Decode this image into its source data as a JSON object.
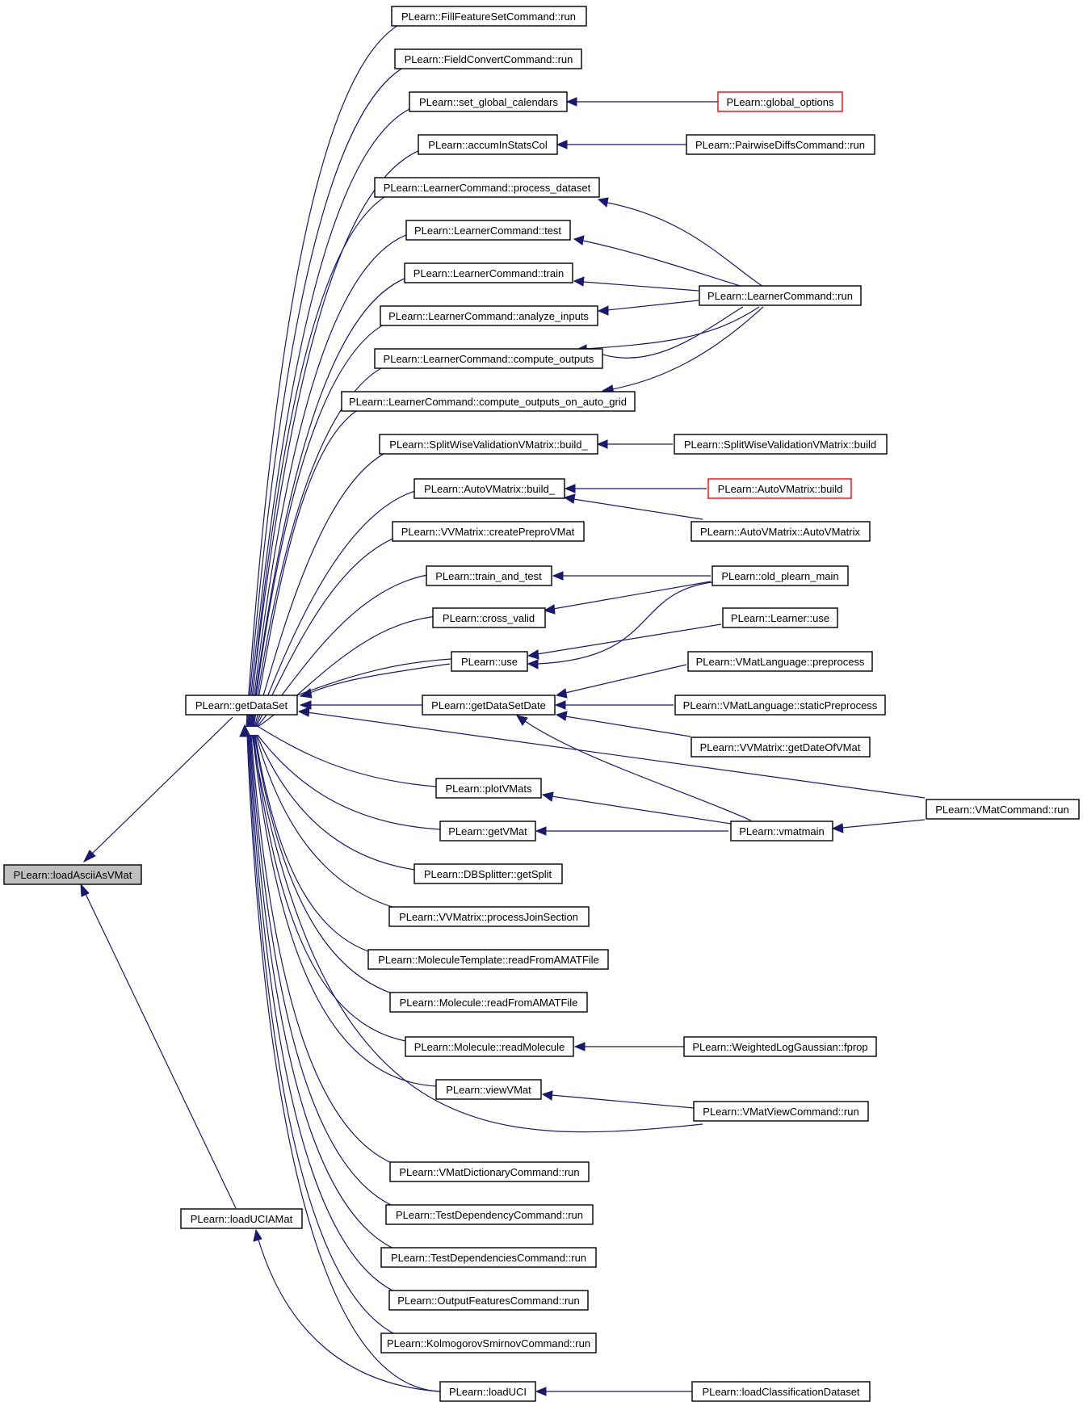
{
  "colors": {
    "edge": "#191970",
    "node_border": "#000000",
    "red_border": "#ff0000",
    "focus_fill": "#bfbfbf"
  },
  "nodes": {
    "loadAsciiAsVMat": "PLearn::loadAsciiAsVMat",
    "getDataSet": "PLearn::getDataSet",
    "loadUCIAMat": "PLearn::loadUCIAMat",
    "FillFeatureSet": "PLearn::FillFeatureSetCommand::run",
    "FieldConvert": "PLearn::FieldConvertCommand::run",
    "setGlobalCal": "PLearn::set_global_calendars",
    "accumInStats": "PLearn::accumInStatsCol",
    "lcProcess": "PLearn::LearnerCommand::process_dataset",
    "lcTest": "PLearn::LearnerCommand::test",
    "lcTrain": "PLearn::LearnerCommand::train",
    "lcAnalyze": "PLearn::LearnerCommand::analyze_inputs",
    "lcCompute": "PLearn::LearnerCommand::compute_outputs",
    "lcComputeGrid": "PLearn::LearnerCommand::compute_outputs_on_auto_grid",
    "splitWiseBuild_": "PLearn::SplitWiseValidationVMatrix::build_",
    "autoBuild_": "PLearn::AutoVMatrix::build_",
    "vvCreate": "PLearn::VVMatrix::createPreproVMat",
    "trainAndTest": "PLearn::train_and_test",
    "crossValid": "PLearn::cross_valid",
    "use": "PLearn::use",
    "getDataSetDate": "PLearn::getDataSetDate",
    "plotVMats": "PLearn::plotVMats",
    "getVMat": "PLearn::getVMat",
    "dbSplit": "PLearn::DBSplitter::getSplit",
    "vvJoin": "PLearn::VVMatrix::processJoinSection",
    "molTemplRead": "PLearn::MoleculeTemplate::readFromAMATFile",
    "molRead": "PLearn::Molecule::readFromAMATFile",
    "molReadMol": "PLearn::Molecule::readMolecule",
    "viewVMat": "PLearn::viewVMat",
    "vmatDict": "PLearn::VMatDictionaryCommand::run",
    "testDep": "PLearn::TestDependencyCommand::run",
    "testDeps": "PLearn::TestDependenciesCommand::run",
    "outFeat": "PLearn::OutputFeaturesCommand::run",
    "kolmo": "PLearn::KolmogorovSmirnovCommand::run",
    "loadUCI": "PLearn::loadUCI",
    "globalOptions": "PLearn::global_options",
    "pairwise": "PLearn::PairwiseDiffsCommand::run",
    "lcRun": "PLearn::LearnerCommand::run",
    "splitWiseBuild": "PLearn::SplitWiseValidationVMatrix::build",
    "autoBuild": "PLearn::AutoVMatrix::build",
    "autoCtor": "PLearn::AutoVMatrix::AutoVMatrix",
    "oldMain": "PLearn::old_plearn_main",
    "learnerUse": "PLearn::Learner::use",
    "vmlPre": "PLearn::VMatLanguage::preprocess",
    "vmlStatic": "PLearn::VMatLanguage::staticPreprocess",
    "vvGetDate": "PLearn::VVMatrix::getDateOfVMat",
    "vmatmain": "PLearn::vmatmain",
    "wlgFprop": "PLearn::WeightedLogGaussian::fprop",
    "vmatViewRun": "PLearn::VMatViewCommand::run",
    "loadClassif": "PLearn::loadClassificationDataset",
    "vmatCmdRun": "PLearn::VMatCommand::run"
  }
}
